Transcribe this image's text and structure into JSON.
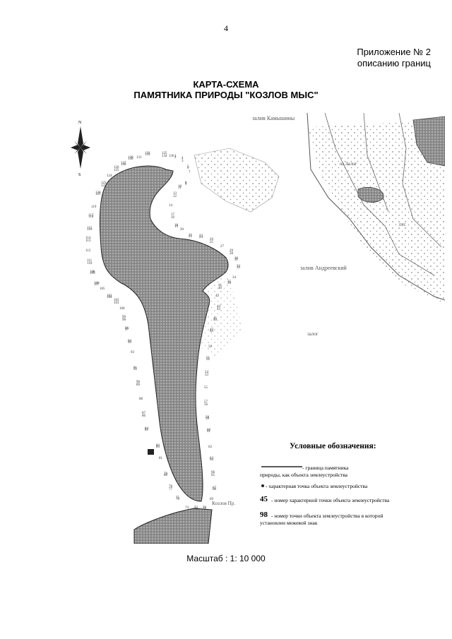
{
  "page_number": "4",
  "appendix": {
    "line1": "Приложение № 2",
    "line2": "описанию границ"
  },
  "title": {
    "line1": "КАРТА-СХЕМА",
    "line2": "ПАМЯТНИКА ПРИРОДЫ \"КОЗЛОВ МЫС\""
  },
  "map": {
    "labels": {
      "bay_kamyshny": "залив Камышины",
      "bay_andreevsky": "залив Андреевский",
      "lake": "оз.Залог",
      "zalog": "залог",
      "kozlov": "Козлов Пр.",
      "pts": "птс"
    },
    "compass_north": "N",
    "compass_south": "S",
    "point_numbers": [
      "1",
      "2",
      "3",
      "4",
      "5",
      "6",
      "7",
      "8",
      "9",
      "10",
      "11",
      "12",
      "13",
      "14",
      "16",
      "17",
      "18",
      "19",
      "20",
      "21",
      "22",
      "23",
      "24",
      "25",
      "26",
      "27",
      "28",
      "29",
      "30",
      "31",
      "32",
      "33",
      "34",
      "35",
      "36",
      "40",
      "41",
      "42",
      "43",
      "44",
      "45",
      "46",
      "47",
      "49",
      "50",
      "51",
      "52",
      "53",
      "54",
      "55",
      "56",
      "57",
      "58",
      "59",
      "60",
      "61",
      "62",
      "63",
      "64",
      "65",
      "66",
      "67",
      "68",
      "69",
      "70",
      "71",
      "72",
      "73",
      "74",
      "75",
      "76",
      "77",
      "78",
      "79",
      "80",
      "81",
      "82",
      "83",
      "84",
      "85",
      "86",
      "87",
      "88",
      "89",
      "90",
      "91",
      "92",
      "93",
      "94",
      "95",
      "96",
      "97",
      "98",
      "99",
      "100",
      "101",
      "102",
      "103",
      "104",
      "105",
      "106",
      "107",
      "108",
      "109",
      "110",
      "111",
      "112",
      "113",
      "114",
      "115",
      "116",
      "117",
      "118",
      "119",
      "120",
      "121",
      "122",
      "123",
      "124",
      "125",
      "126",
      "127",
      "128",
      "129",
      "130",
      "131",
      "132",
      "133",
      "134",
      "135",
      "136"
    ],
    "colors": {
      "land": "#9a9a9a",
      "line": "#333333",
      "water_dots": "#888888"
    }
  },
  "legend": {
    "title": "Условные обозначения:",
    "item1_line1": "- граница памятника",
    "item1_line2": "природы, как объекта землеустройства",
    "item2": "- характерная точка объекта землеустройства",
    "item3_num": "45",
    "item3_text": "- номер характерной точки объекта землеустройства",
    "item4_num": "98",
    "item4_line1": "- номер точки объекта землеустройства в которой",
    "item4_line2": "установлен межевой знак"
  },
  "scale": "Масштаб : 1: 10 000"
}
